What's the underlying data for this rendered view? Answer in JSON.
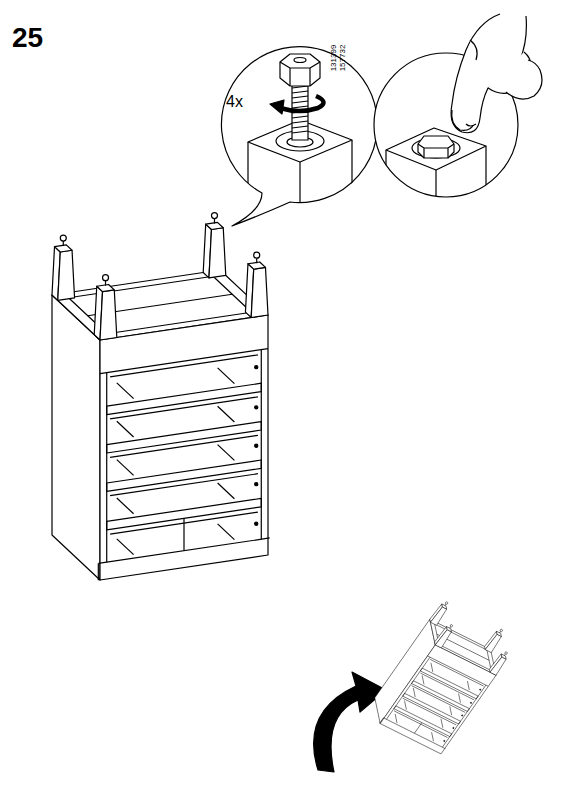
{
  "diagram": {
    "labels": [
      "25",
      "4x",
      "131399",
      "157732"
    ]
  }
}
